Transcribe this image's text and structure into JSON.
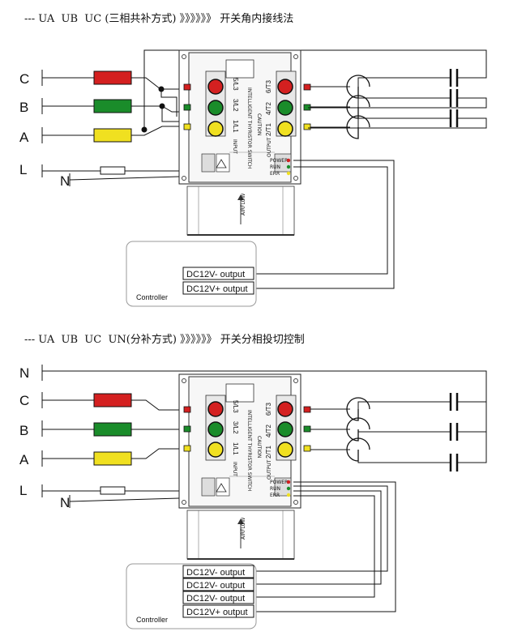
{
  "diagram1": {
    "title": "--- UA  UB  UC (三相共补方式) 》》》》》》 开关角内接线法",
    "phase_labels": [
      "C",
      "B",
      "A"
    ],
    "line_label": "L",
    "neutral_label": "N",
    "switch_labels": {
      "t1": "5/L3",
      "t2": "3/L2",
      "t3": "1/L1",
      "o1": "6/T3",
      "o2": "4/T2",
      "o3": "2/T1",
      "input": "INPUT",
      "output": "OUTPUT",
      "name": "INTELLIGENT THYRISTOR SWITCH",
      "caution": "CAUTION",
      "airflow": "AIRFLOW",
      "power": "POWER",
      "run": "RUN",
      "err": "ERR"
    },
    "controller_label": "Controller",
    "outputs": [
      "DC12V- output",
      "DC12V+ output"
    ]
  },
  "diagram2": {
    "title": "--- UA  UB  UC  UN(分补方式) 》》》》》》 开关分相投切控制",
    "neutral_top_label": "N",
    "phase_labels": [
      "C",
      "B",
      "A"
    ],
    "line_label": "L",
    "neutral_label": "N",
    "switch_labels": {
      "t1": "5/L3",
      "t2": "3/L2",
      "t3": "1/L1",
      "o1": "6/T3",
      "o2": "4/T2",
      "o3": "2/T1",
      "input": "INPUT",
      "output": "OUTPUT",
      "name": "INTELLIGENT THYRISTOR SWITCH",
      "caution": "CAUTION",
      "airflow": "AIRFLOW",
      "power": "POWER",
      "run": "RUN",
      "err": "ERR"
    },
    "controller_label": "Controller",
    "outputs": [
      "DC12V- output",
      "DC12V- output",
      "DC12V- output",
      "DC12V+ output"
    ]
  },
  "colors": {
    "red": "#d42020",
    "green": "#1a8c2a",
    "yellow": "#f0e020"
  }
}
